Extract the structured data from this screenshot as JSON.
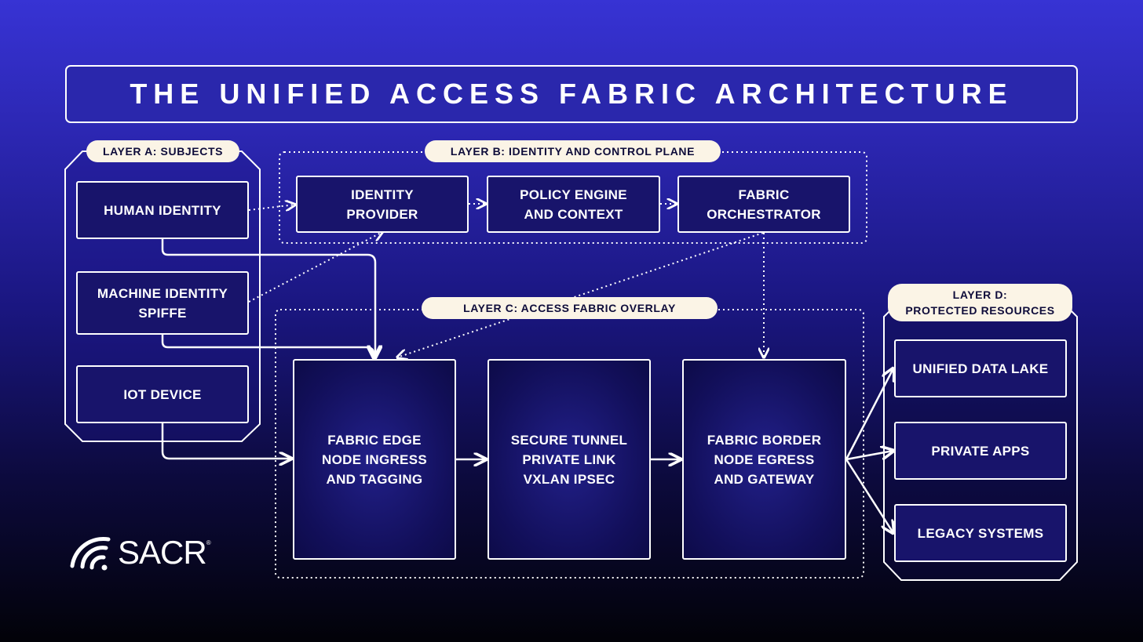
{
  "title": "THE UNIFIED ACCESS FABRIC ARCHITECTURE",
  "layers": {
    "a": {
      "label": "LAYER A: SUBJECTS",
      "nodes": [
        "HUMAN IDENTITY",
        "MACHINE IDENTITY\nSPIFFE",
        "IOT DEVICE"
      ]
    },
    "b": {
      "label": "LAYER B: IDENTITY AND CONTROL PLANE",
      "nodes": [
        "IDENTITY\nPROVIDER",
        "POLICY ENGINE\nAND CONTEXT",
        "FABRIC\nORCHESTRATOR"
      ]
    },
    "c": {
      "label": "LAYER C: ACCESS FABRIC OVERLAY",
      "nodes": [
        "FABRIC EDGE\nNODE INGRESS\nAND TAGGING",
        "SECURE TUNNEL\nPRIVATE LINK\nVXLAN IPSEC",
        "FABRIC BORDER\nNODE EGRESS\nAND GATEWAY"
      ]
    },
    "d": {
      "label": "LAYER D:\nPROTECTED RESOURCES",
      "nodes": [
        "UNIFIED DATA LAKE",
        "PRIVATE APPS",
        "LEGACY SYSTEMS"
      ]
    }
  },
  "logo": {
    "text": "SACR",
    "mark": "®",
    "icon": "wifi-signal-icon"
  },
  "colors": {
    "background_top": "#3733d4",
    "background_bottom": "#020208",
    "pill": "#fbf4e6",
    "line": "#ffffff"
  }
}
